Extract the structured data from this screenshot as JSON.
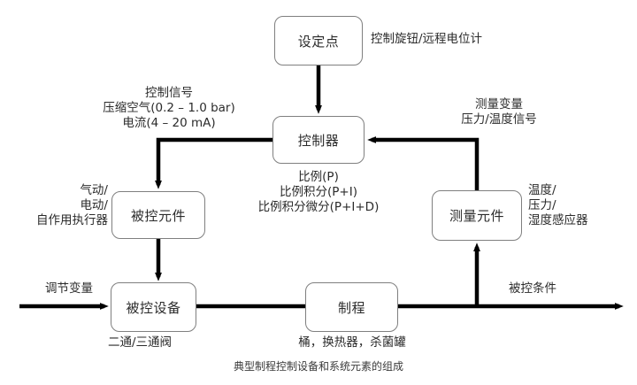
{
  "diagram": {
    "caption": "典型制程控制设备和系统元素的组成",
    "nodes": {
      "setpoint": "设定点",
      "controller": "控制器",
      "controlled_element": "被控元件",
      "controlled_equipment": "被控设备",
      "process": "制程",
      "measuring_element": "测量元件"
    },
    "annotations": {
      "setpoint_note": "控制旋钮/远程电位计",
      "control_signal": "控制信号\n压缩空气(0.2 – 1.0 bar)\n电流(4 – 20 mA)",
      "measured_variable": "测量变量\n压力/温度信号",
      "actuator_types": "气动/\n电动/\n自作用执行器",
      "controller_modes": "比例(P)\n比例积分(P+I)\n比例积分微分(P+I+D)",
      "sensor_types": "温度/\n压力/\n湿度感应器",
      "manipulated_variable": "调节变量",
      "valve_types": "二通/三通阀",
      "process_types": "桶，换热器，杀菌罐",
      "controlled_condition": "被控条件"
    },
    "colors": {
      "wire": "#000000",
      "node_border": "#7f7f7f",
      "text": "#2b2b2b",
      "background": "#ffffff"
    }
  }
}
